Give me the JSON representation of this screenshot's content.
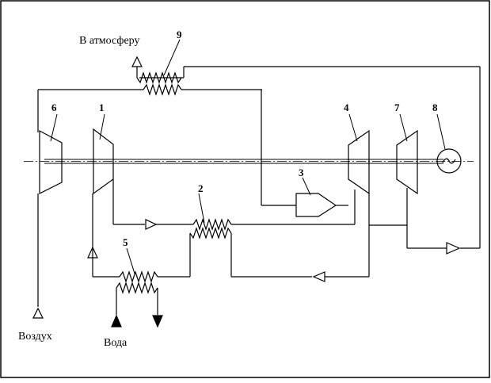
{
  "labels": {
    "atmosphere": "В атмосферу",
    "air": "Воздух",
    "water": "Вода"
  },
  "numbers": [
    "1",
    "2",
    "3",
    "4",
    "5",
    "6",
    "7",
    "8",
    "9"
  ],
  "generator_symbol": "~"
}
